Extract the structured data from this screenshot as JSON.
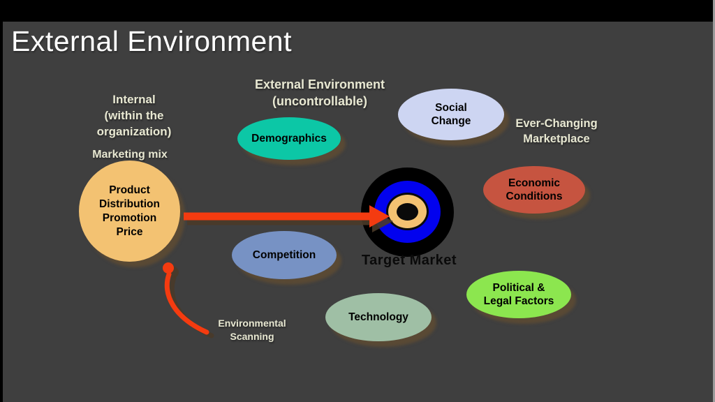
{
  "title": "External Environment",
  "labels": {
    "internal": "Internal\n(within the\norganization)",
    "marketing_mix": "Marketing mix",
    "external_env": "External Environment\n(uncontrollable)",
    "ever_changing": "Ever-Changing\nMarketplace",
    "environmental_scanning": "Environmental\nScanning",
    "target_market": "Target Market"
  },
  "shapes": {
    "marketing_mix_circle": {
      "label": "Product\nDistribution\nPromotion\nPrice",
      "color": "#F3C272"
    },
    "ellipses": [
      {
        "id": "demographics",
        "label": "Demographics",
        "color": "#0CC7A6"
      },
      {
        "id": "social-change",
        "label": "Social\nChange",
        "color": "#CDD5F2"
      },
      {
        "id": "economic-conditions",
        "label": "Economic\nConditions",
        "color": "#C65440"
      },
      {
        "id": "competition",
        "label": "Competition",
        "color": "#7792C4"
      },
      {
        "id": "political-legal-factors",
        "label": "Political &\nLegal Factors",
        "color": "#8CE64F"
      },
      {
        "id": "technology",
        "label": "Technology",
        "color": "#9FBFA5"
      }
    ],
    "target_bullseye": {
      "outer_color": "#000000",
      "middle_color": "#0202EE",
      "inner_color": "#F3C272",
      "center_color": "#0A0A0A"
    }
  },
  "colors": {
    "background": "#3F3F3F",
    "top_bar": "#000000",
    "edge_bar": "#9B9B9B",
    "arrow_red": "#F43B10",
    "cream_text": "#E8E8D2",
    "title_text": "#FFFFFF"
  }
}
